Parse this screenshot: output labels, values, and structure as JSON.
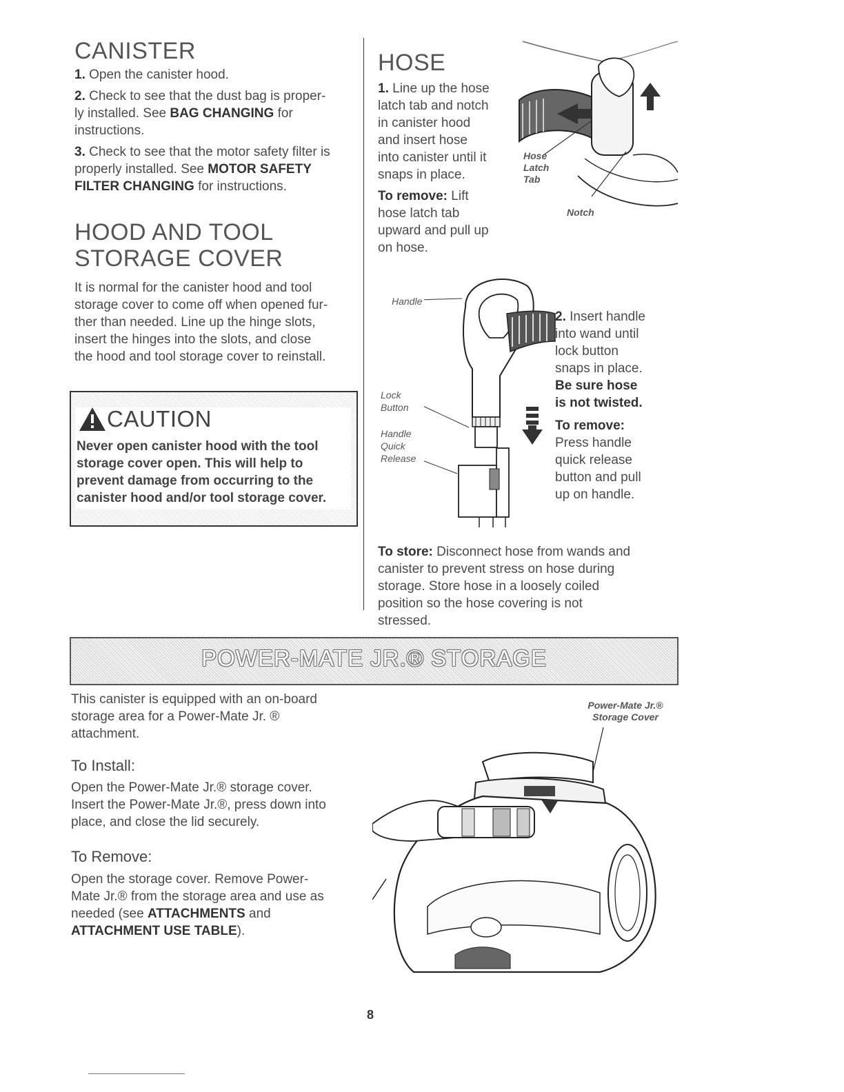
{
  "canister": {
    "heading": "CANISTER",
    "step1": {
      "num": "1.",
      "text": "Open the canister hood."
    },
    "step2": {
      "num": "2.",
      "text_a": "Check to see that the dust bag is proper-",
      "text_b": "ly installed. See",
      "bold": "BAG CHANGING",
      "text_c": "for",
      "text_d": "instructions."
    },
    "step3": {
      "num": "3.",
      "text_a": "Check to see that the motor safety filter is",
      "text_b": "properly installed. See",
      "bold_a": "MOTOR SAFETY",
      "bold_b": "FILTER CHANGING",
      "text_c": "for instructions."
    }
  },
  "hood": {
    "heading_line1": "HOOD AND TOOL",
    "heading_line2": "STORAGE COVER",
    "lines": [
      "It is normal for the canister hood and tool",
      "storage cover to come off when opened fur-",
      "ther than needed. Line up the hinge slots,",
      "insert the hinges into the slots, and close",
      "the hood and tool storage cover to reinstall."
    ]
  },
  "caution": {
    "title": "CAUTION",
    "lines": [
      "Never open canister hood with the tool",
      "storage cover open. This will help to",
      "prevent damage from occurring to the",
      "canister hood and/or tool storage cover."
    ]
  },
  "hose": {
    "heading": "HOSE",
    "step1": {
      "num": "1.",
      "lines": [
        "Line up the hose",
        "latch tab and notch",
        "in canister hood",
        "and insert hose",
        "into canister until it",
        "snaps in place."
      ]
    },
    "remove1": {
      "label": "To remove:",
      "lines_first": "Lift",
      "lines": [
        "hose latch tab",
        "upward and pull up",
        "on hose."
      ]
    },
    "labels": {
      "hose_latch_tab_1": "Hose",
      "hose_latch_tab_2": "Latch",
      "hose_latch_tab_3": "Tab",
      "notch": "Notch",
      "handle": "Handle",
      "lock_1": "Lock",
      "lock_2": "Button",
      "hqr_1": "Handle",
      "hqr_2": "Quick",
      "hqr_3": "Release"
    },
    "step2": {
      "num": "2.",
      "lines_first": "Insert handle",
      "lines": [
        "into wand until",
        "lock button",
        "snaps in place."
      ],
      "bold_lines": [
        "Be sure hose",
        "is not twisted."
      ]
    },
    "remove2": {
      "label": "To remove:",
      "lines": [
        "Press handle",
        "quick release",
        "button and pull",
        "up on handle."
      ]
    },
    "store": {
      "label": "To store:",
      "first": "Disconnect hose from wands and",
      "lines": [
        "canister to prevent stress on hose during",
        "storage.  Store hose in a loosely coiled",
        "position so the hose covering is not",
        "stressed."
      ]
    }
  },
  "powermate": {
    "banner": "POWER-MATE JR.® STORAGE",
    "intro": [
      "This canister is equipped with an on-board",
      "storage area for a Power-Mate Jr. ®",
      "attachment."
    ],
    "install": {
      "heading": "To Install:",
      "lines": [
        "Open the Power-Mate Jr.® storage cover.",
        "Insert the Power-Mate Jr.®, press down into",
        "place, and close the lid securely."
      ]
    },
    "remove": {
      "heading": "To Remove:",
      "lines": [
        "Open the storage cover.  Remove Power-",
        "Mate Jr.® from the storage area and use as"
      ],
      "line3_a": "needed (see",
      "line3_b": "ATTACHMENTS",
      "line3_c": "and",
      "line4_b": "ATTACHMENT USE TABLE",
      "line4_c": ")."
    },
    "cover_label_1": "Power-Mate Jr.®",
    "cover_label_2": "Storage Cover"
  },
  "page_number": "8"
}
